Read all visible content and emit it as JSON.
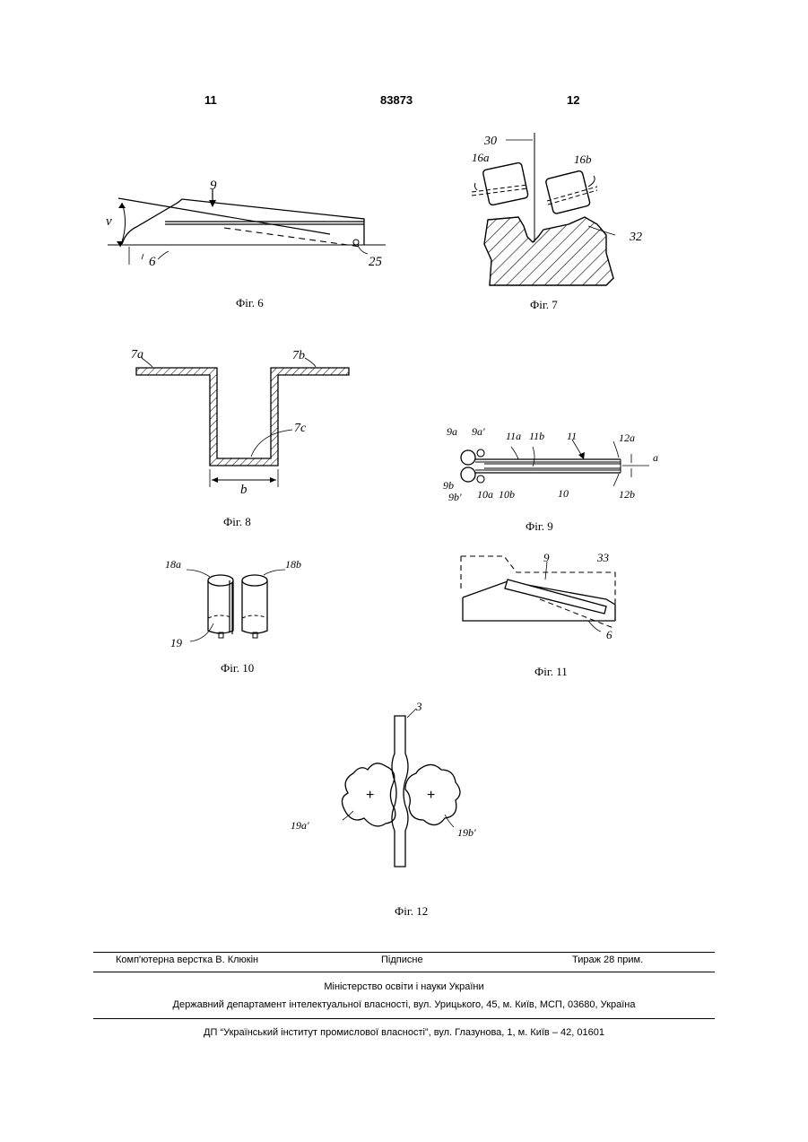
{
  "header": {
    "left_page": "11",
    "patent_number": "83873",
    "right_page": "12"
  },
  "figures": {
    "fig6": {
      "caption": "Фіг. 6",
      "labels": {
        "part9": "9",
        "angle": "v",
        "part6": "6",
        "part25": "25"
      }
    },
    "fig7": {
      "caption": "Фіг. 7",
      "labels": {
        "axis": "30",
        "left": "16a",
        "right": "16b",
        "part32": "32"
      }
    },
    "fig8": {
      "caption": "Фіг. 8",
      "labels": {
        "left": "7a",
        "right": "7b",
        "bottom": "7c",
        "width": "b"
      }
    },
    "fig9": {
      "caption": "Фіг. 9",
      "labels": {
        "l9a": "9a",
        "l9a2": "9a'",
        "l11a": "11a",
        "l11b": "11b",
        "l11": "11",
        "l12a": "12a",
        "la": "a",
        "l9b": "9b",
        "l9b2": "9b'",
        "l10a": "10a",
        "l10b": "10b",
        "l10": "10",
        "l12b": "12b"
      }
    },
    "fig10": {
      "caption": "Фіг. 10",
      "labels": {
        "left": "18a",
        "right": "18b",
        "part19": "19"
      }
    },
    "fig11": {
      "caption": "Фіг. 11",
      "labels": {
        "part9": "9",
        "part33": "33",
        "part6": "6"
      }
    },
    "fig12": {
      "caption": "Фіг. 12",
      "labels": {
        "part3": "3",
        "left": "19a'",
        "right": "19b'"
      }
    }
  },
  "footer": {
    "typesetting": "Комп'ютерна верстка В. Клюкін",
    "subscription": "Підписне",
    "circulation": "Тираж 28 прим.",
    "ministry": "Міністерство освіти і науки України",
    "department": "Державний департамент інтелектуальної власності, вул. Урицького, 45, м. Київ, МСП, 03680, Україна",
    "institute": "ДП “Український інститут промислової власності”, вул. Глазунова, 1, м. Київ – 42, 01601"
  }
}
